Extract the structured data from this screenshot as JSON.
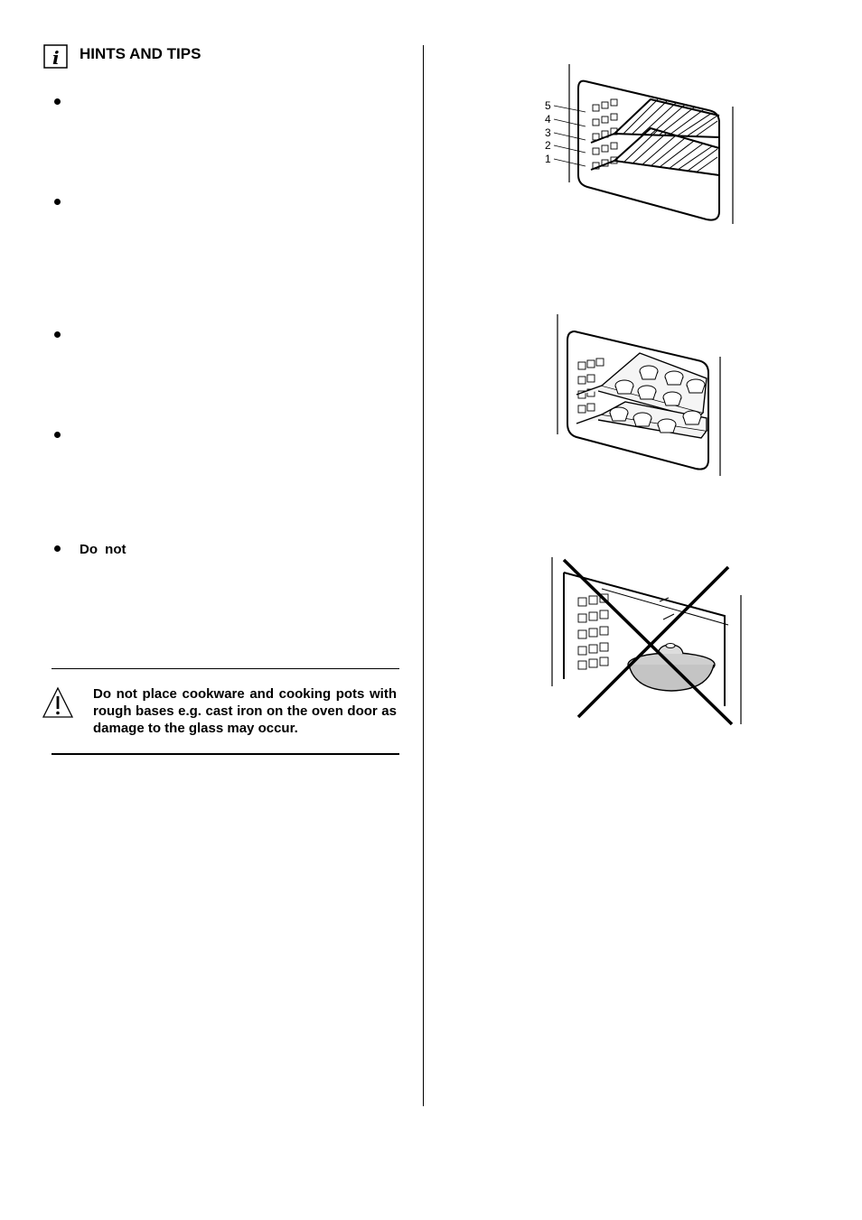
{
  "heading": "HINTS AND TIPS",
  "bullets": [
    {
      "text": ""
    },
    {
      "text": ""
    },
    {
      "text": ""
    },
    {
      "text": ""
    },
    {
      "text": "Do not"
    }
  ],
  "warning": {
    "text": "Do not place cookware and cooking pots with rough bases e.g. cast iron on the oven door as damage to the glass may occur."
  },
  "figure1": {
    "shelf_labels": [
      "5",
      "4",
      "3",
      "2",
      "1"
    ]
  }
}
